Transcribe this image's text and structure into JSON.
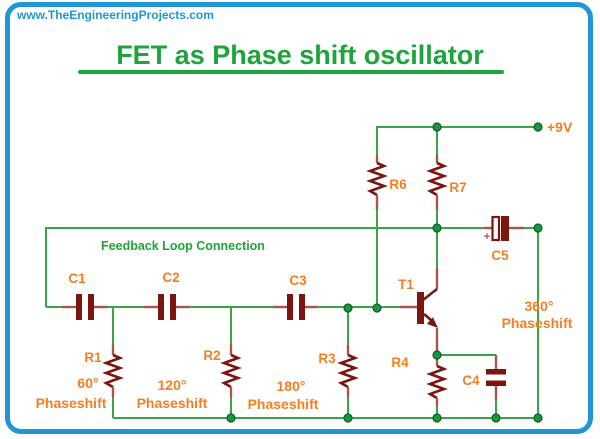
{
  "header": {
    "watermark": "www.TheEngineeringProjects.com",
    "title": "FET as Phase shift oscillator"
  },
  "circuit": {
    "feedback_label": "Feedback Loop Connection",
    "supply": "+9V",
    "capacitors": {
      "c1": "C1",
      "c2": "C2",
      "c3": "C3",
      "c4": "C4",
      "c5": "C5"
    },
    "resistors": {
      "r1": "R1",
      "r2": "R2",
      "r3": "R3",
      "r4": "R4",
      "r6": "R6",
      "r7": "R7"
    },
    "transistor": "T1",
    "c5_polarity": "+",
    "phases": {
      "p60": {
        "deg": "60°",
        "label": "Phaseshift"
      },
      "p120": {
        "deg": "120°",
        "label": "Phaseshift"
      },
      "p180": {
        "deg": "180°",
        "label": "Phaseshift"
      },
      "p360": {
        "deg": "360°",
        "label": "Phaseshift"
      }
    }
  },
  "colors": {
    "border_blue": "#2097d3",
    "title_green": "#1ea43c",
    "wire_green": "#3ba449",
    "component_dark_red": "#7a150f",
    "lead_red": "#a8554b",
    "label_orange": "#f57e20",
    "background": "#ffffff"
  }
}
